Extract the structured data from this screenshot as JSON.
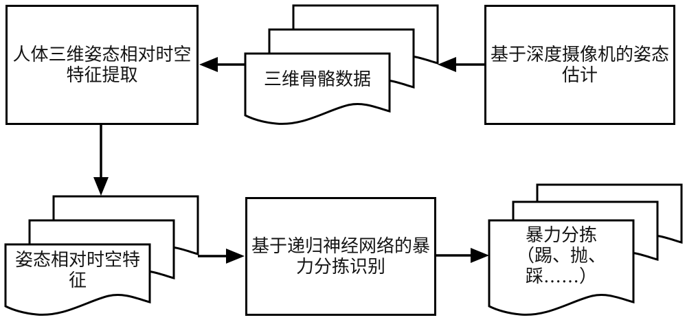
{
  "nodes": {
    "pose_extraction": {
      "label": "人体三维姿态相对时空\n特征提取",
      "shape": "rectangle"
    },
    "skeleton_data": {
      "label": "三维骨骼数据",
      "shape": "document-stack"
    },
    "pose_estimation": {
      "label": "基于深度摄像机的姿态\n估计",
      "shape": "rectangle"
    },
    "relative_features": {
      "label": "姿态相对时空特\n征",
      "shape": "document-stack"
    },
    "rnn_recognition": {
      "label": "基于递归神经网络的暴\n力分拣识别",
      "shape": "rectangle"
    },
    "violent_sorting": {
      "label": "暴力分拣\n（踢、抛、\n踩……）",
      "shape": "document-stack"
    }
  },
  "edges": [
    {
      "from": "pose_estimation",
      "to": "skeleton_data",
      "direction": "left"
    },
    {
      "from": "skeleton_data",
      "to": "pose_extraction",
      "direction": "left"
    },
    {
      "from": "pose_extraction",
      "to": "relative_features",
      "direction": "down"
    },
    {
      "from": "relative_features",
      "to": "rnn_recognition",
      "direction": "right"
    },
    {
      "from": "rnn_recognition",
      "to": "violent_sorting",
      "direction": "right"
    }
  ],
  "colors": {
    "stroke": "#000000",
    "fill": "#ffffff",
    "text": "#141414",
    "background": "#ffffff"
  }
}
